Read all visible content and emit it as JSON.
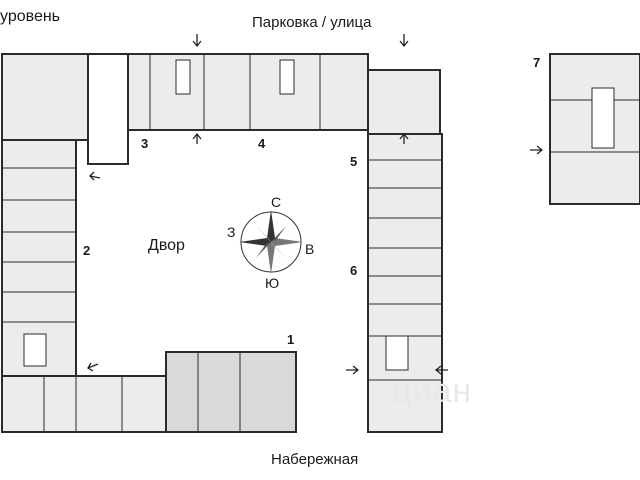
{
  "plan": {
    "level_heading": "уровень",
    "street_top": "Парковка / улица",
    "street_bottom": "Набережная",
    "courtyard": "Двор",
    "sections": [
      "1",
      "2",
      "3",
      "4",
      "5",
      "6",
      "7"
    ],
    "compass": {
      "north": "С",
      "south": "Ю",
      "east": "В",
      "west": "З"
    },
    "watermark": "циан"
  },
  "colors": {
    "wall": "#2b2b2b",
    "room_fill": "#ececec",
    "room_fill_dark": "#d9d9d9",
    "accent_pink": "#e04e7a",
    "background": "#ffffff"
  }
}
